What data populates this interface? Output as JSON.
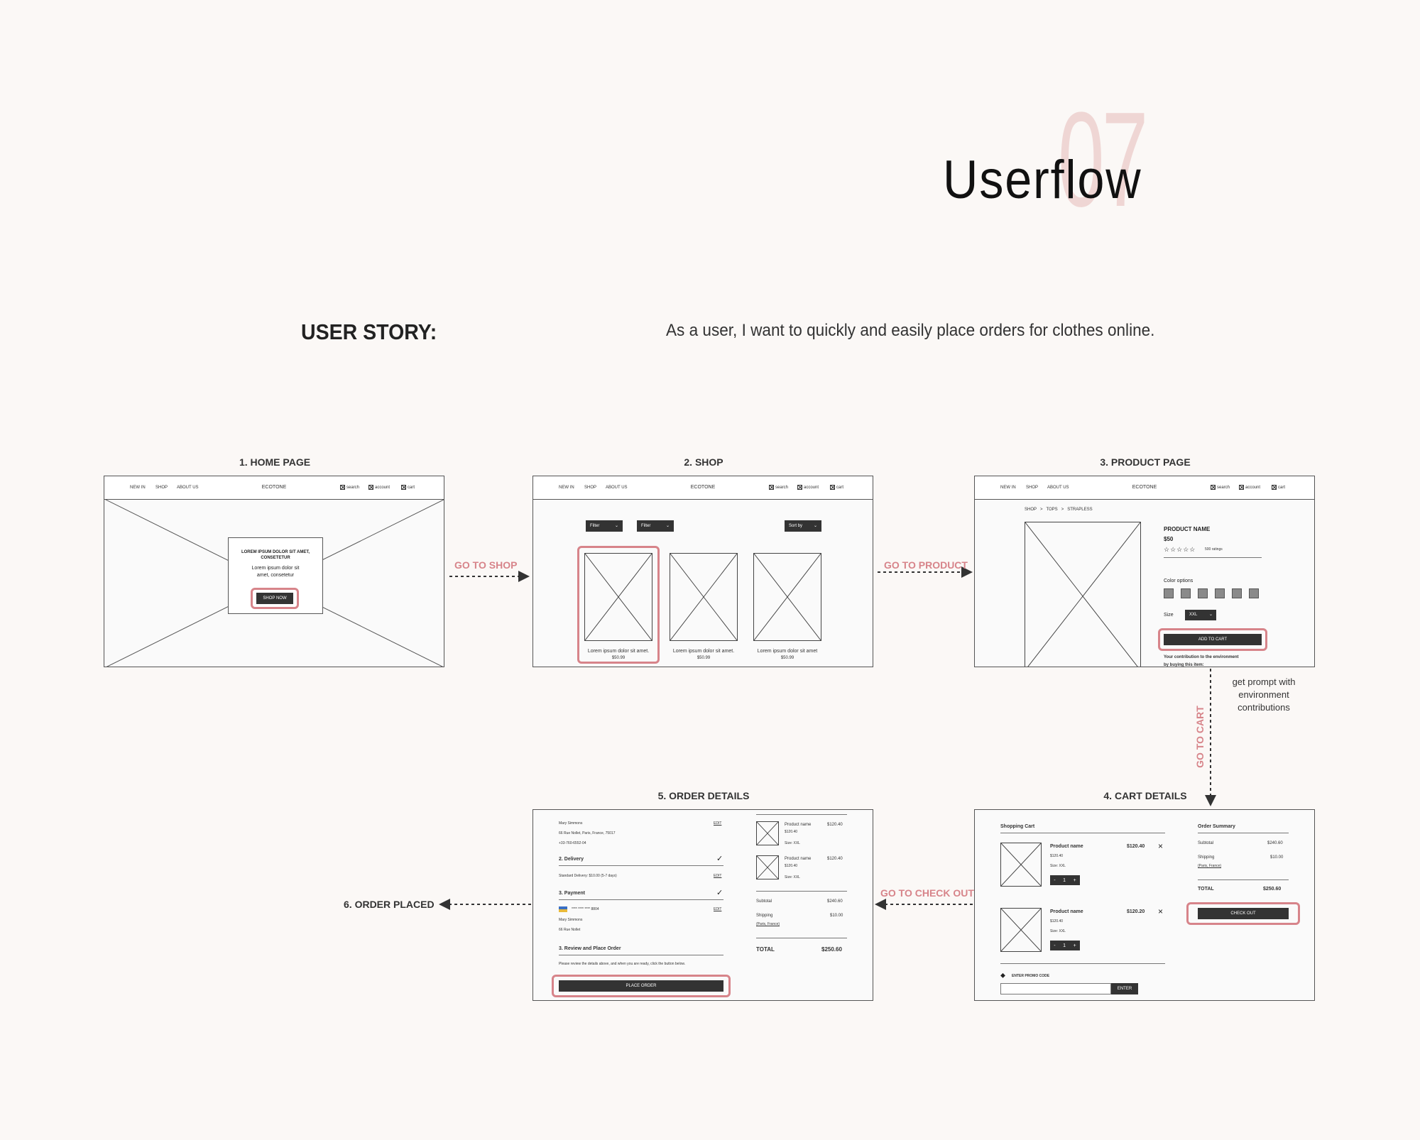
{
  "header": {
    "number": "07",
    "title": "Userflow"
  },
  "user_story": {
    "label": "USER STORY:",
    "text": "As a user, I want to quickly and easily place orders for clothes online."
  },
  "nav": {
    "new_in": "NEW IN",
    "shop": "SHOP",
    "about": "ABOUT US",
    "logo": "ECOTONE",
    "search": "search",
    "account": "account",
    "cart": "cart"
  },
  "screens": {
    "home": {
      "title": "1. HOME PAGE",
      "hero_heading": "LOREM IPSUM DOLOR SIT AMET, CONSETETUR",
      "hero_text": "Lorem ipsum dolor sit amet, consetetur",
      "button": "SHOP NOW"
    },
    "shop": {
      "title": "2. SHOP",
      "filter1": "Filter",
      "filter2": "Filter",
      "sort": "Sort by",
      "products": [
        {
          "name": "Lorem ipsum dolor sit amet.",
          "price": "$50.99"
        },
        {
          "name": "Lorem ipsum dolor sit amet.",
          "price": "$50.99"
        },
        {
          "name": "Lorem ipsum dolor sit amet",
          "price": "$50.99"
        }
      ]
    },
    "product": {
      "title": "3. PRODUCT PAGE",
      "breadcrumb": [
        "SHOP",
        ">",
        "TOPS",
        ">",
        "STRAPLESS"
      ],
      "name": "PRODUCT NAME",
      "price": "$50",
      "stars": "☆☆☆☆☆",
      "ratings": "500 ratings",
      "color_label": "Color options",
      "size_label": "Size",
      "size_value": "XXL",
      "button": "ADD TO CART",
      "contribution": "Your contribution to the environment",
      "contribution2": "by buying this item:"
    },
    "cart": {
      "title": "4. CART DETAILS",
      "heading": "Shopping Cart",
      "items": [
        {
          "name": "Product name",
          "total": "$120.40",
          "unit": "$120.40",
          "size": "Size: XXL",
          "qty": "1"
        },
        {
          "name": "Product name",
          "total": "$120.20",
          "unit": "$120.40",
          "size": "Size: XXL",
          "qty": "1"
        }
      ],
      "promo_label": "ENTER PROMO CODE",
      "promo_button": "ENTER",
      "summary_title": "Order Summary",
      "subtotal_label": "Subtotal",
      "subtotal": "$240.60",
      "shipping_label": "Shipping",
      "shipping": "$10.00",
      "shipping_loc": "(Paris, France)",
      "total_label": "TOTAL",
      "total": "$250.60",
      "button": "CHECK OUT"
    },
    "order": {
      "title": "5. ORDER DETAILS",
      "name": "Mary Simmons",
      "address": "66 Rue Nollet, Paris, France, 75017",
      "phone": "+33-760-6552-04",
      "edit": "EDIT",
      "delivery_title": "2. Delivery",
      "delivery_text": "Standard Delivery: $10.00 (5-7 days)",
      "payment_title": "3. Payment",
      "card": "**** **** **** 8804",
      "pay_name": "Mary Simmons",
      "pay_addr": "66 Rue Nollet",
      "review_title": "3. Review and Place Order",
      "review_text": "Please review the details above, and when you are ready, click the button below.",
      "button": "PLACE ORDER",
      "items": [
        {
          "name": "Product name",
          "total": "$120.40",
          "unit": "$120.40",
          "size": "Size: XXL"
        },
        {
          "name": "Product name",
          "total": "$120.40",
          "unit": "$120.40",
          "size": "Size: XXL"
        }
      ],
      "subtotal_label": "Subtotal",
      "subtotal": "$240.60",
      "shipping_label": "Shipping",
      "shipping": "$10.00",
      "shipping_loc": "(Paris, France)",
      "total_label": "TOTAL",
      "total": "$250.60"
    },
    "placed": {
      "title": "6. ORDER PLACED"
    }
  },
  "flows": {
    "go_shop": "GO TO SHOP",
    "go_product": "GO TO PRODUCT",
    "go_cart": "GO TO CART",
    "go_checkout": "GO TO CHECK OUT",
    "note": "get prompt with environment contributions"
  },
  "colors": {
    "accent": "#d7848a",
    "dark": "#333333",
    "background": "#fbf8f6"
  }
}
